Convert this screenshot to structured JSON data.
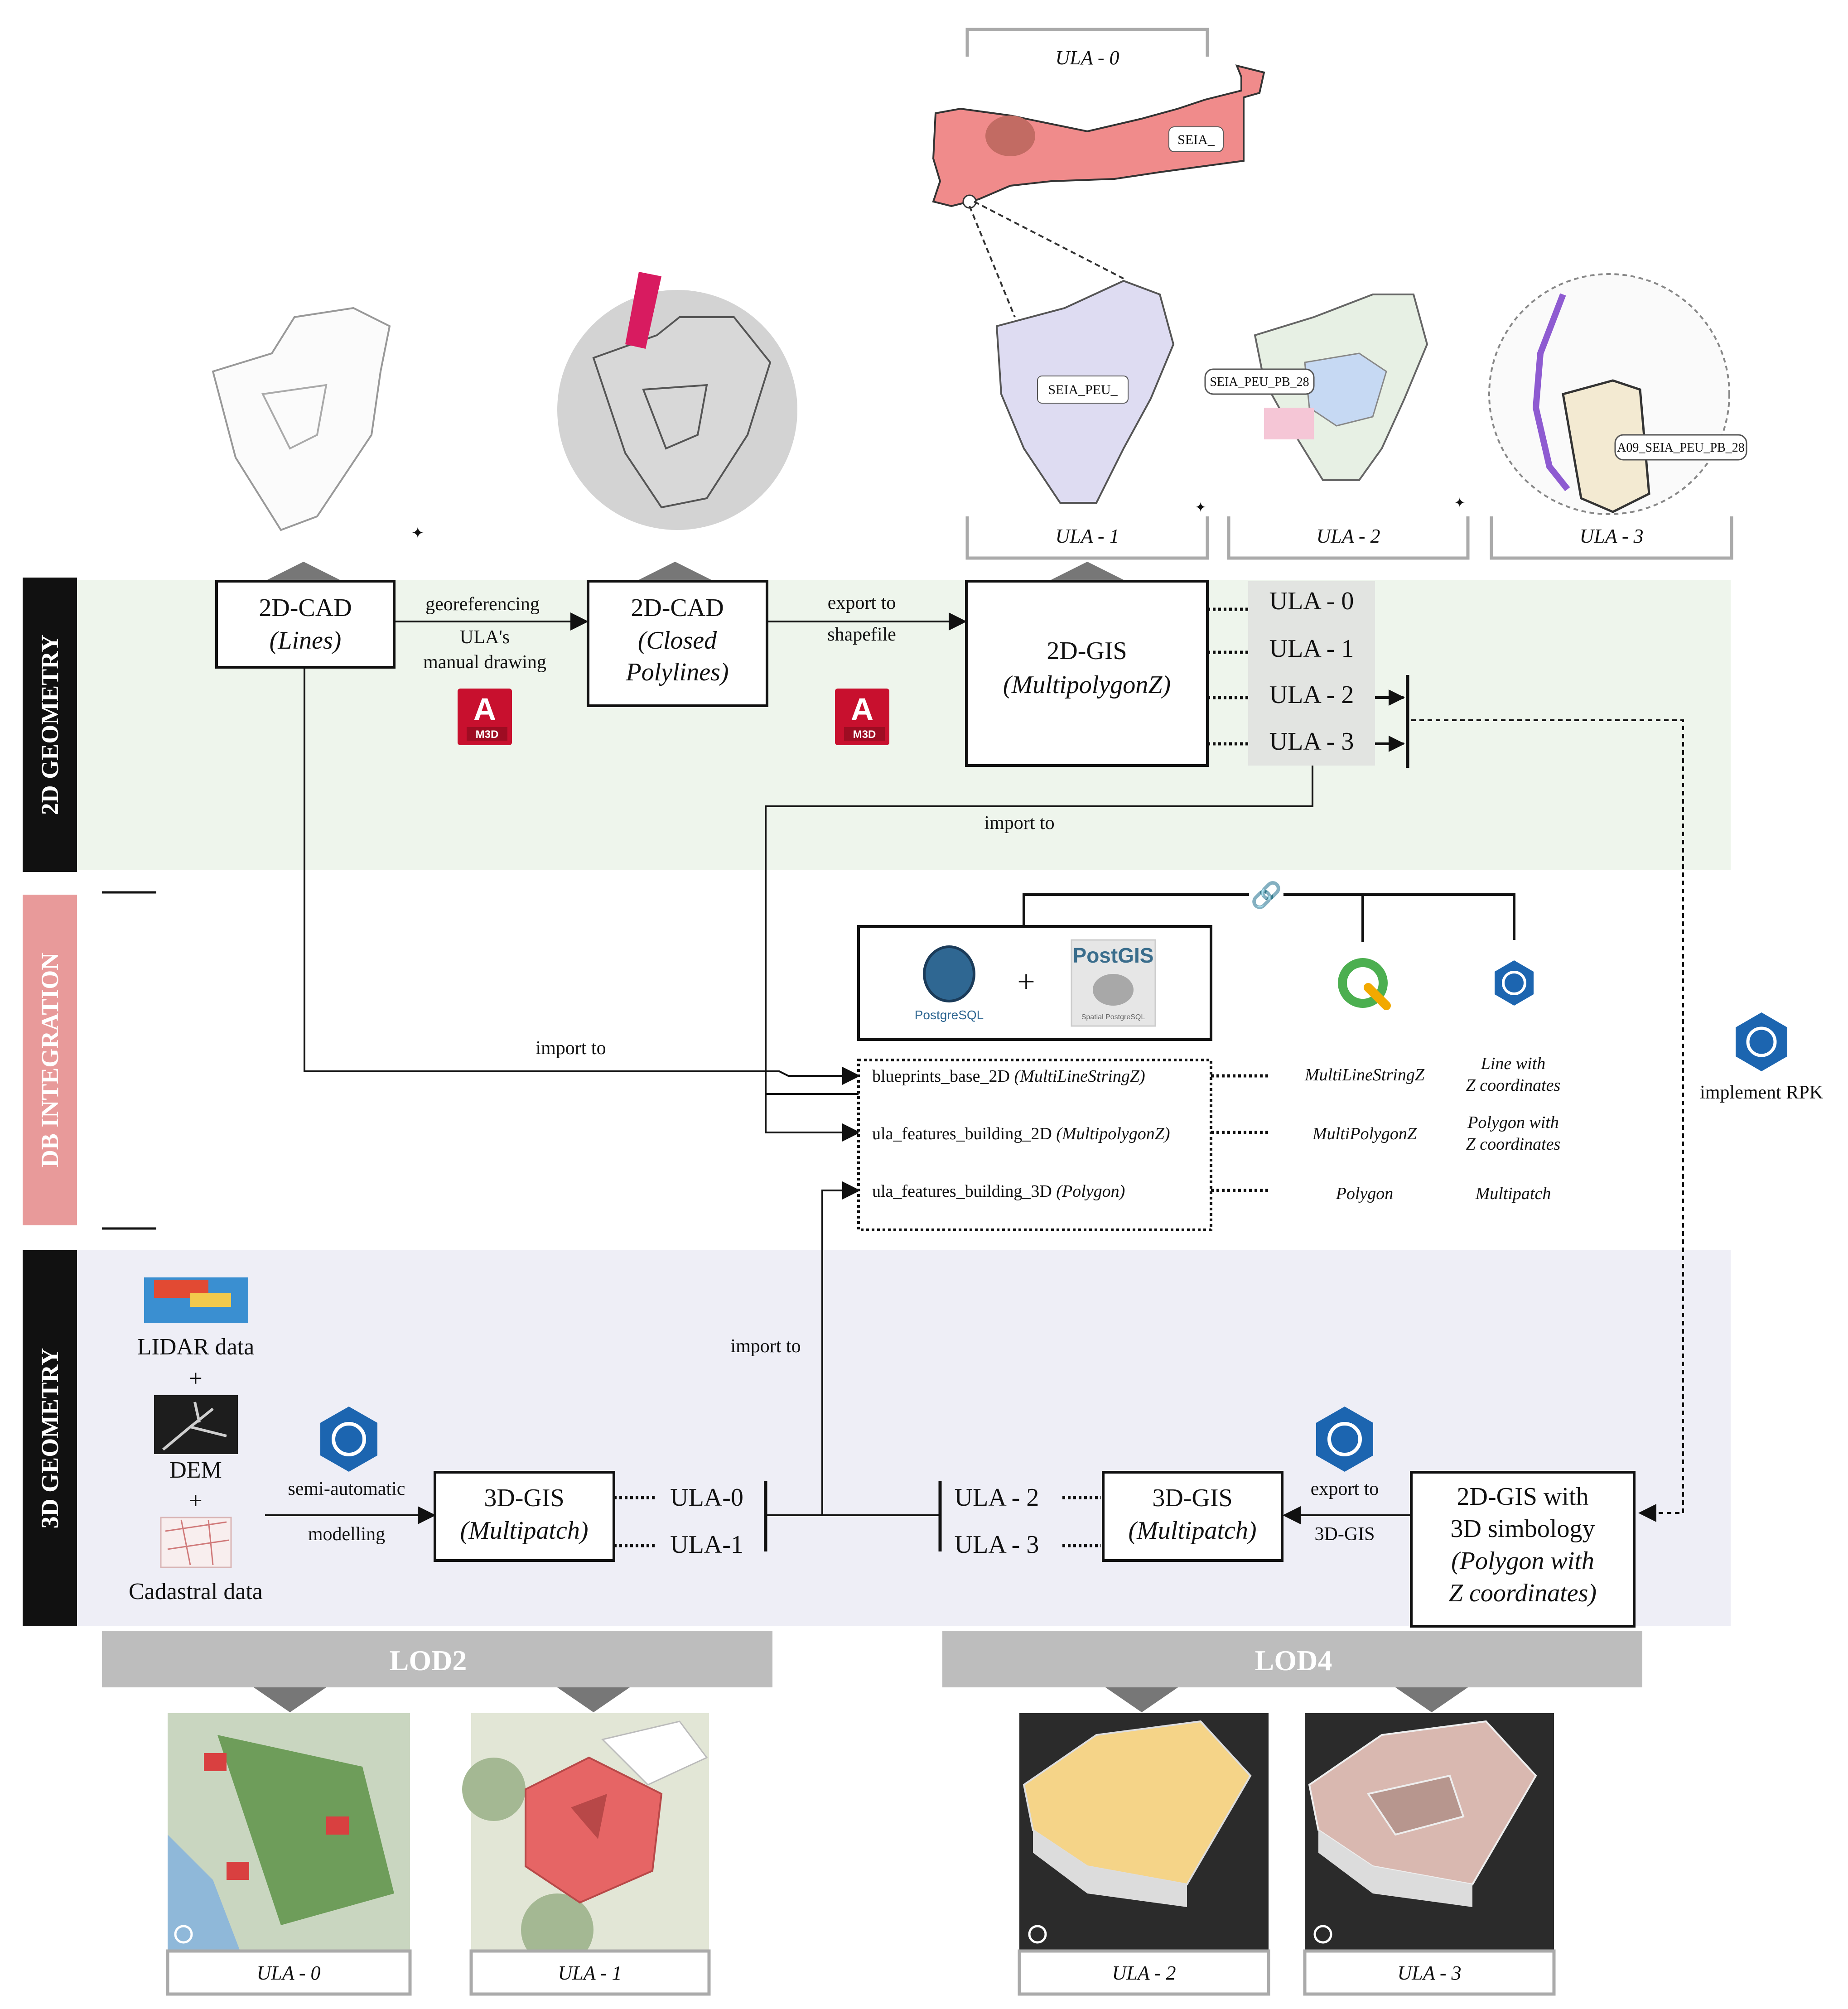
{
  "bands": {
    "geometry_2d": "2D GEOMETRY",
    "db_integration": "DB INTEGRATION",
    "geometry_3d": "3D GEOMETRY"
  },
  "colors": {
    "band_2d": "#eef5ec",
    "band_3d": "#eeeef6",
    "band_db_label": "#e89a9a",
    "label_bar": "#111111",
    "lod_bar": "#bdbdbd",
    "ula0_plan": "#f08b8b",
    "red_icon": "#c8102e",
    "arcgis_blue": "#1c65b0"
  },
  "top_images": {
    "ula0": {
      "caption": "ULA - 0",
      "tag": "SEIA_"
    },
    "ula1": {
      "caption": "ULA - 1",
      "tag": "SEIA_PEU_"
    },
    "ula2": {
      "caption": "ULA - 2",
      "tag": "SEIA_PEU_PB_28"
    },
    "ula3": {
      "caption": "ULA - 3",
      "tag": "A09_SEIA_PEU_PB_28"
    }
  },
  "flow_2d": {
    "cad_lines_title": "2D-CAD",
    "cad_lines_sub": "(Lines)",
    "georef_label": "georeferencing",
    "manual_label_1": "ULA's",
    "manual_label_2": "manual drawing",
    "cad_poly_title": "2D-CAD",
    "cad_poly_sub1": "(Closed",
    "cad_poly_sub2": "Polylines)",
    "export_label_1": "export to",
    "export_label_2": "shapefile",
    "gis_title": "2D-GIS",
    "gis_sub": "(MultipolygonZ)",
    "ula_items": [
      "ULA - 0",
      "ULA - 1",
      "ULA - 2",
      "ULA - 3"
    ],
    "app_badge_letter": "A",
    "app_badge_text": "M3D",
    "import_to": "import to"
  },
  "db": {
    "postgres_label": "PostgreSQL",
    "plus": "+",
    "postgis_label": "PostGIS",
    "postgis_sub": "Spatial PostgreSQL",
    "import_to": "import to",
    "tables": [
      {
        "name": "blueprints_base_2D",
        "type": "(MultiLineStringZ)",
        "qgis": "MultiLineStringZ",
        "arc1": "Line with",
        "arc2": "Z coordinates"
      },
      {
        "name": "ula_features_building_2D",
        "type": "(MultipolygonZ)",
        "qgis": "MultiPolygonZ",
        "arc1": "Polygon with",
        "arc2": "Z coordinates"
      },
      {
        "name": "ula_features_building_3D",
        "type": "(Polygon)",
        "qgis": "Polygon",
        "arc1": "Multipatch",
        "arc2": ""
      }
    ],
    "rpk_label": "implement RPK"
  },
  "flow_3d": {
    "lidar": "LIDAR data",
    "plus": "+",
    "dem": "DEM",
    "cadastral": "Cadastral data",
    "semi_label": "semi-automatic",
    "modelling_label": "modelling",
    "gis3d_a_title": "3D-GIS",
    "gis3d_a_sub": "(Multipatch)",
    "left_ulas": [
      "ULA-0",
      "ULA-1"
    ],
    "import_to": "import to",
    "right_ulas": [
      "ULA - 2",
      "ULA - 3"
    ],
    "gis3d_b_title": "3D-GIS",
    "gis3d_b_sub": "(Multipatch)",
    "export_label_1": "export to",
    "export_label_2": "3D-GIS",
    "gis2d_sym_1": "2D-GIS with",
    "gis2d_sym_2": "3D simbology",
    "gis2d_sym_3": "(Polygon with",
    "gis2d_sym_4": "Z coordinates)"
  },
  "lod": {
    "lod2": "LOD2",
    "lod4": "LOD4",
    "captions": [
      "ULA - 0",
      "ULA - 1",
      "ULA - 2",
      "ULA - 3"
    ]
  }
}
